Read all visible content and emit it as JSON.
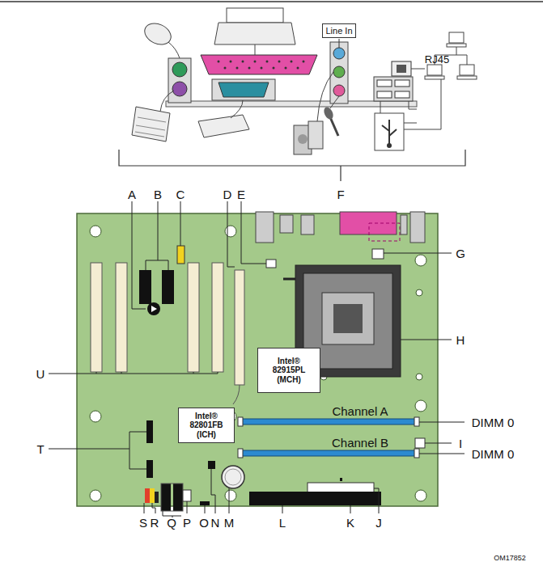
{
  "diagram": {
    "nodes": [
      {
        "text": [
          "Line In"
        ]
      },
      {
        "text": [
          "Intel® 82915PL (MCH)"
        ]
      },
      {
        "text": [
          "Intel® 82801FB (ICH)"
        ]
      }
    ],
    "labels": [
      "RJ45",
      "A",
      "B",
      "C",
      "D",
      "E",
      "F",
      "G",
      "H",
      "I",
      "Channel A",
      "DIMM 0",
      "Channel B",
      "DIMM 0",
      "U",
      "T",
      "S",
      "R",
      "Q",
      "P",
      "O",
      "N",
      "M",
      "L",
      "K",
      "J",
      "OM17852"
    ]
  }
}
